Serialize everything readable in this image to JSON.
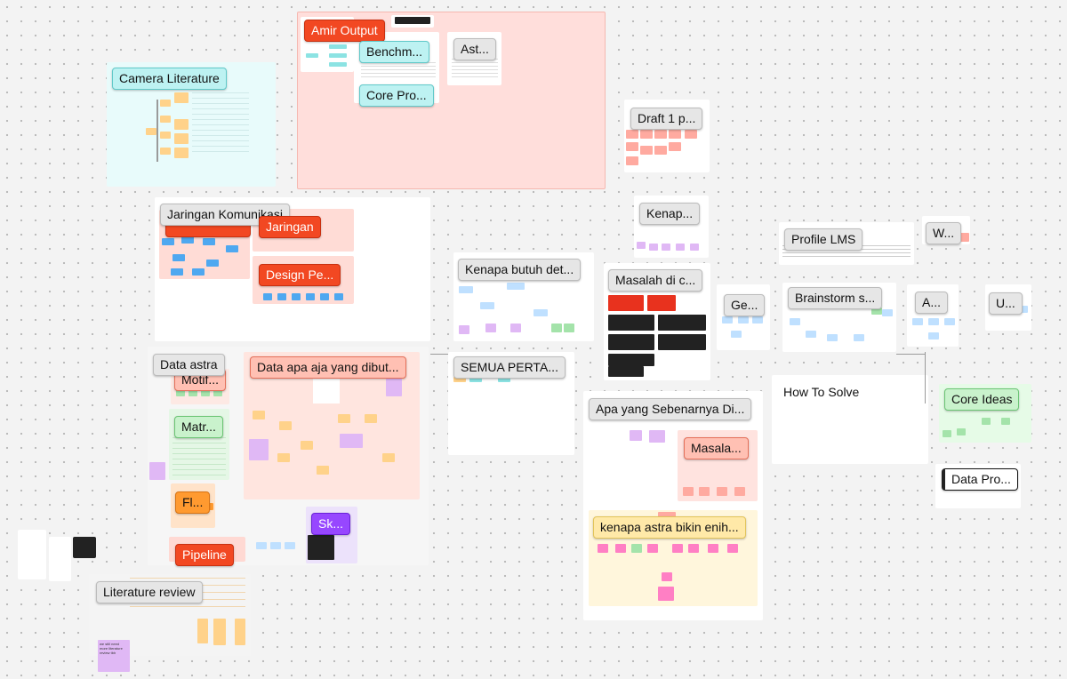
{
  "board": {
    "sections": {
      "amir_output": "Amir Output",
      "benchmark": "Benchm...",
      "core_pro": "Core Pro...",
      "ast": "Ast...",
      "camera_literature": "Camera Literature",
      "draft": "Draft 1 p...",
      "jaringan_komunikasi": "Jaringan Komunikasi",
      "jaringan": "Jaringan",
      "design_pe": "Design Pe...",
      "kenapa": "Kenap...",
      "profile_lms": "Profile LMS",
      "w": "W...",
      "kenapa_butuh": "Kenapa butuh det...",
      "masalah_di": "Masalah di c...",
      "ge": "Ge...",
      "brainstorm": "Brainstorm s...",
      "a": "A...",
      "u": "U...",
      "data_astra": "Data astra",
      "motif": "Motif...",
      "data_apa_aja": "Data apa aja yang dibut...",
      "semua_perta": "SEMUA PERTA...",
      "how_to_solve": "How To Solve",
      "core_ideas": "Core Ideas",
      "apa_yang_sebenarnya": "Apa yang Sebenarnya Di...",
      "matr": "Matr...",
      "masala": "Masala...",
      "data_pro": "Data Pro...",
      "fl": "Fl...",
      "sk": "Sk...",
      "kenapa_astra": "kenapa astra bikin enih...",
      "pipeline": "Pipeline",
      "literature_review": "Literature review"
    },
    "sticky_note": "we still need more literature review tbh"
  }
}
